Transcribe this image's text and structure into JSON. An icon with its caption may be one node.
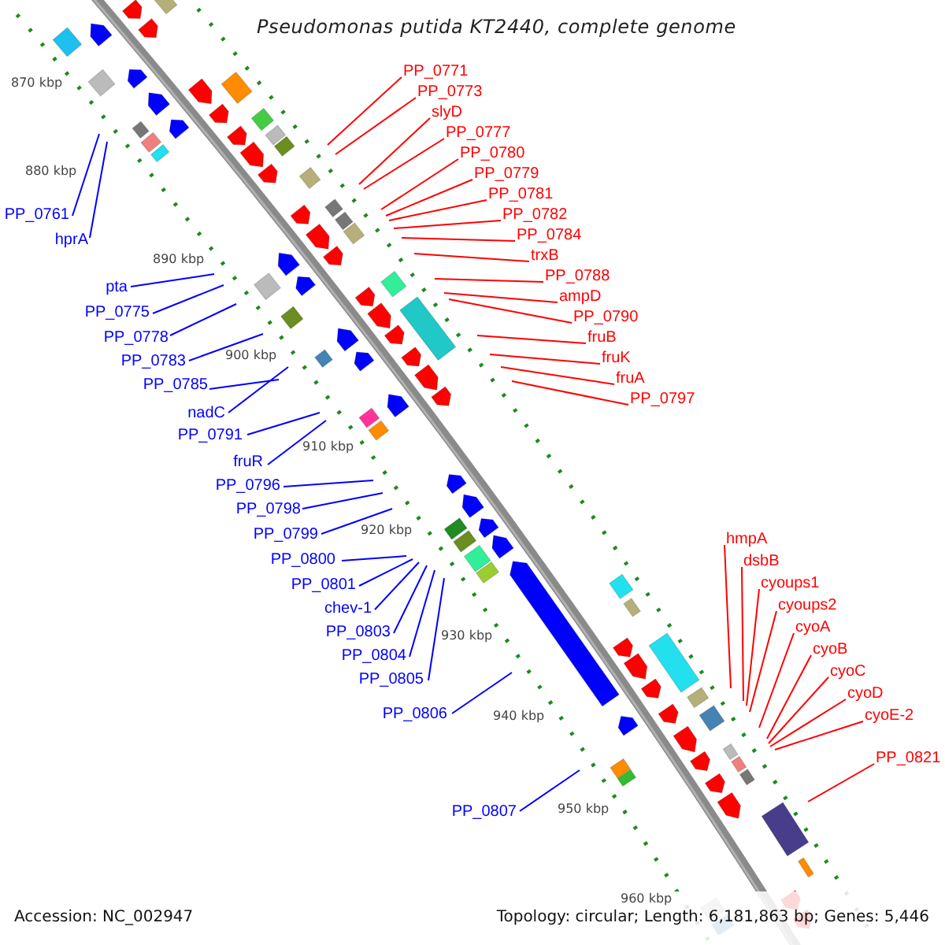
{
  "diagram": {
    "title": "Pseudomonas putida KT2440, complete genome",
    "nodes": [
      {
        "text": [
          "PP_0771"
        ]
      },
      {
        "text": [
          "PP_0773"
        ]
      },
      {
        "text": [
          "slyD"
        ]
      },
      {
        "text": [
          "PP_0777"
        ]
      },
      {
        "text": [
          "PP_0780"
        ]
      },
      {
        "text": [
          "PP_0779"
        ]
      },
      {
        "text": [
          "PP_0781"
        ]
      },
      {
        "text": [
          "PP_0782"
        ]
      },
      {
        "text": [
          "PP_0784"
        ]
      },
      {
        "text": [
          "trxB"
        ]
      },
      {
        "text": [
          "PP_0788"
        ]
      },
      {
        "text": [
          "ampD"
        ]
      },
      {
        "text": [
          "PP_0790"
        ]
      },
      {
        "text": [
          "fruB"
        ]
      },
      {
        "text": [
          "fruK"
        ]
      },
      {
        "text": [
          "fruA"
        ]
      },
      {
        "text": [
          "PP_0797"
        ]
      },
      {
        "text": [
          "PP_0761"
        ]
      },
      {
        "text": [
          "hprA"
        ]
      },
      {
        "text": [
          "pta"
        ]
      },
      {
        "text": [
          "PP_0775"
        ]
      },
      {
        "text": [
          "PP_0778"
        ]
      },
      {
        "text": [
          "PP_0783"
        ]
      },
      {
        "text": [
          "PP_0785"
        ]
      },
      {
        "text": [
          "nadC"
        ]
      },
      {
        "text": [
          "PP_0791"
        ]
      },
      {
        "text": [
          "fruR"
        ]
      },
      {
        "text": [
          "PP_0796"
        ]
      },
      {
        "text": [
          "PP_0798"
        ]
      },
      {
        "text": [
          "PP_0799"
        ]
      },
      {
        "text": [
          "PP_0800"
        ]
      },
      {
        "text": [
          "PP_0801"
        ]
      },
      {
        "text": [
          "chev-1"
        ]
      },
      {
        "text": [
          "PP_0803"
        ]
      },
      {
        "text": [
          "PP_0804"
        ]
      },
      {
        "text": [
          "PP_0805"
        ]
      },
      {
        "text": [
          "PP_0806"
        ]
      },
      {
        "text": [
          "PP_0807"
        ]
      },
      {
        "text": [
          "hmpA"
        ]
      },
      {
        "text": [
          "dsbB"
        ]
      },
      {
        "text": [
          "cyoups1"
        ]
      },
      {
        "text": [
          "cyoups2"
        ]
      },
      {
        "text": [
          "cyoA"
        ]
      },
      {
        "text": [
          "cyoB"
        ]
      },
      {
        "text": [
          "cyoC"
        ]
      },
      {
        "text": [
          "cyoD"
        ]
      },
      {
        "text": [
          "cyoE-2"
        ]
      },
      {
        "text": [
          "PP_0821"
        ]
      }
    ],
    "edges": [
      {
        "from": 0,
        "to": null,
        "arrow": "none"
      },
      {
        "from": 1,
        "to": null,
        "arrow": "none"
      },
      {
        "from": 2,
        "to": null,
        "arrow": "none"
      },
      {
        "from": 3,
        "to": null,
        "arrow": "none"
      },
      {
        "from": 4,
        "to": null,
        "arrow": "none"
      },
      {
        "from": 5,
        "to": null,
        "arrow": "none"
      },
      {
        "from": 6,
        "to": null,
        "arrow": "none"
      },
      {
        "from": 7,
        "to": null,
        "arrow": "none"
      },
      {
        "from": 8,
        "to": null,
        "arrow": "none"
      },
      {
        "from": 9,
        "to": null,
        "arrow": "none"
      },
      {
        "from": 10,
        "to": null,
        "arrow": "none"
      },
      {
        "from": 11,
        "to": null,
        "arrow": "none"
      },
      {
        "from": 12,
        "to": null,
        "arrow": "none"
      },
      {
        "from": 13,
        "to": null,
        "arrow": "none"
      },
      {
        "from": 14,
        "to": null,
        "arrow": "none"
      },
      {
        "from": 15,
        "to": null,
        "arrow": "none"
      },
      {
        "from": 16,
        "to": null,
        "arrow": "none"
      },
      {
        "from": 17,
        "to": null,
        "arrow": "none",
        "color": "#0000ff"
      },
      {
        "from": 18,
        "to": null,
        "arrow": "none",
        "color": "#0000ff"
      },
      {
        "from": 19,
        "to": null,
        "arrow": "none",
        "color": "#0000ff"
      },
      {
        "from": 20,
        "to": null,
        "arrow": "none",
        "color": "#0000ff"
      },
      {
        "from": 21,
        "to": null,
        "arrow": "none",
        "color": "#0000ff"
      },
      {
        "from": 22,
        "to": null,
        "arrow": "none",
        "color": "#0000ff"
      },
      {
        "from": 23,
        "to": null,
        "arrow": "none",
        "color": "#0000ff"
      },
      {
        "from": 24,
        "to": null,
        "arrow": "none",
        "color": "#0000ff"
      },
      {
        "from": 25,
        "to": null,
        "arrow": "none",
        "color": "#0000ff"
      },
      {
        "from": 26,
        "to": null,
        "arrow": "none",
        "color": "#0000ff"
      },
      {
        "from": 27,
        "to": null,
        "arrow": "none",
        "color": "#0000ff"
      },
      {
        "from": 28,
        "to": null,
        "arrow": "none",
        "color": "#0000ff"
      },
      {
        "from": 29,
        "to": null,
        "arrow": "none",
        "color": "#0000ff"
      },
      {
        "from": 30,
        "to": null,
        "arrow": "none",
        "color": "#0000ff"
      },
      {
        "from": 31,
        "to": null,
        "arrow": "none",
        "color": "#0000ff"
      },
      {
        "from": 32,
        "to": null,
        "arrow": "none",
        "color": "#0000ff"
      },
      {
        "from": 33,
        "to": null,
        "arrow": "none",
        "color": "#0000ff"
      },
      {
        "from": 34,
        "to": null,
        "arrow": "none",
        "color": "#0000ff"
      },
      {
        "from": 35,
        "to": null,
        "arrow": "none",
        "color": "#0000ff"
      },
      {
        "from": 36,
        "to": null,
        "arrow": "none",
        "color": "#0000ff"
      },
      {
        "from": 37,
        "to": null,
        "arrow": "none",
        "color": "#0000ff"
      },
      {
        "from": 38,
        "to": null,
        "arrow": "none"
      },
      {
        "from": 39,
        "to": null,
        "arrow": "none"
      },
      {
        "from": 40,
        "to": null,
        "arrow": "none"
      },
      {
        "from": 41,
        "to": null,
        "arrow": "none"
      },
      {
        "from": 42,
        "to": null,
        "arrow": "none"
      },
      {
        "from": 43,
        "to": null,
        "arrow": "none"
      },
      {
        "from": 44,
        "to": null,
        "arrow": "none"
      },
      {
        "from": 45,
        "to": null,
        "arrow": "none"
      },
      {
        "from": 46,
        "to": null,
        "arrow": "none"
      },
      {
        "from": 47,
        "to": null,
        "arrow": "none"
      }
    ],
    "labels": [
      "870 kbp",
      "880 kbp",
      "890 kbp",
      "900 kbp",
      "910 kbp",
      "920 kbp",
      "930 kbp",
      "940 kbp",
      "950 kbp",
      "960 kbp",
      "Accession: NC_002947",
      "Topology: circular; Length: 6,181,863 bp; Genes: 5,446"
    ]
  }
}
